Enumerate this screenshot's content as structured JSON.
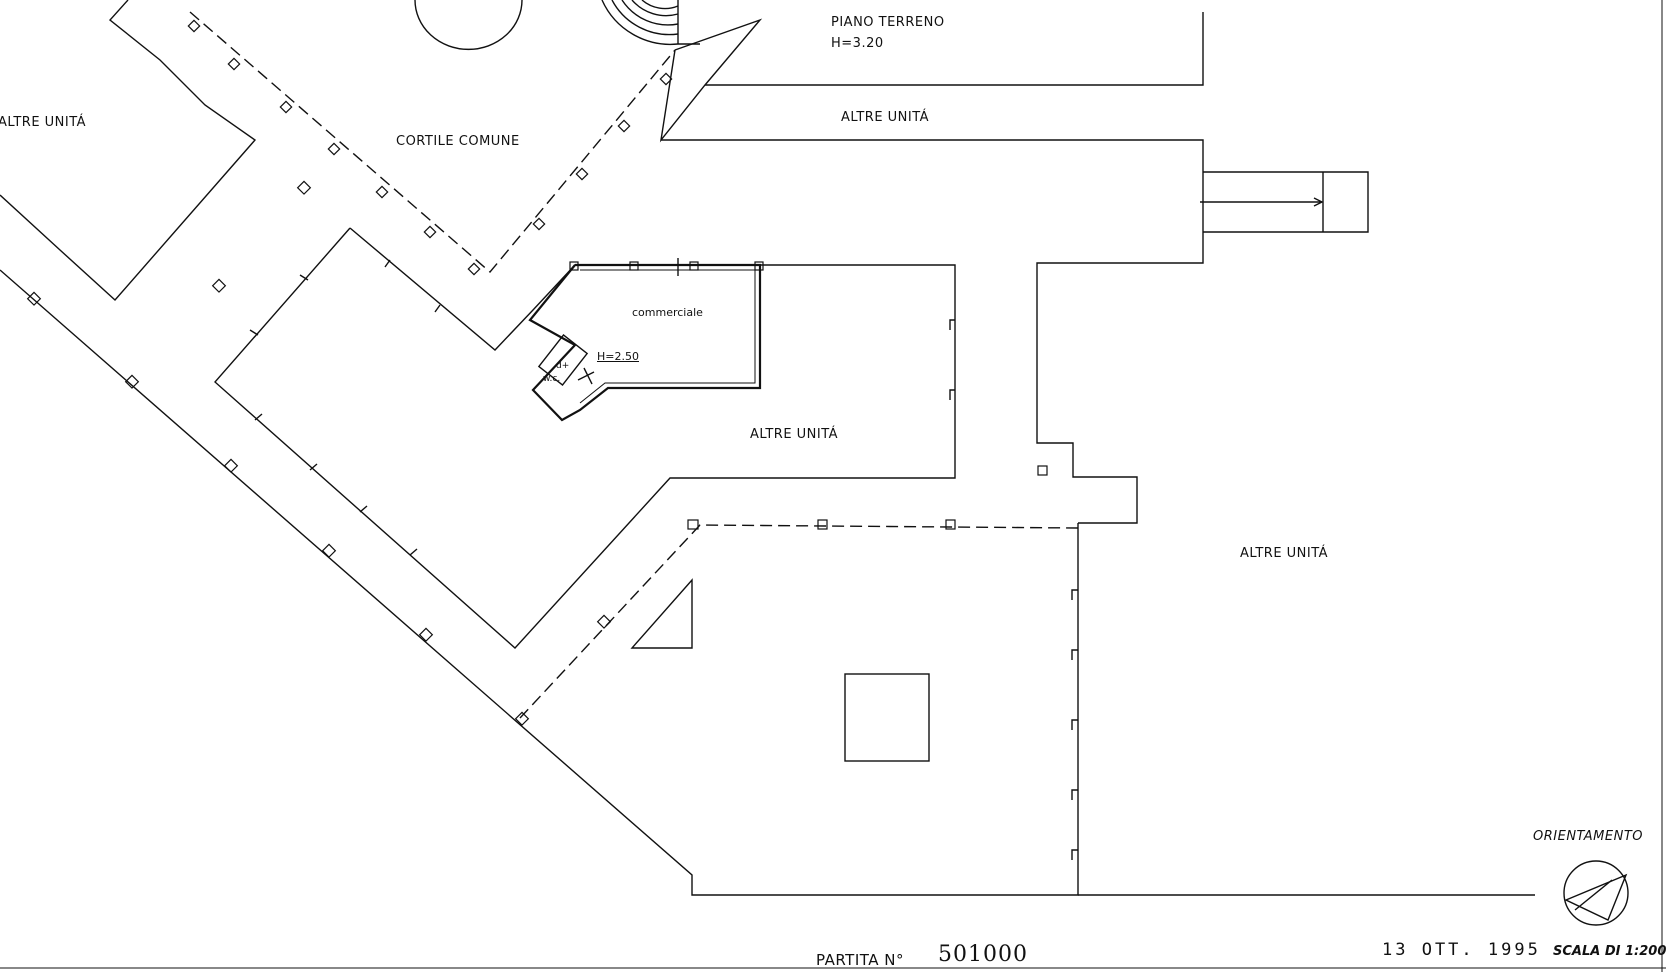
{
  "drawing": {
    "labels": {
      "piano_terreno": "PIANO TERRENO",
      "height_ground": "H=3.20",
      "altre_unita_left": "ALTRE UNITÁ",
      "altre_unita_top": "ALTRE UNITÁ",
      "altre_unita_center": "ALTRE UNITÁ",
      "altre_unita_right": "ALTRE UNITÁ",
      "cortile_comune": "CORTILE COMUNE",
      "commerciale": "commerciale",
      "height_unit": "H=2.50",
      "disimpegno": "d+",
      "wc": "w.c.",
      "orientamento": "ORIENTAMENTO",
      "scala": "SCALA DI 1:200",
      "partita_label": "PARTITA N°",
      "partita_number": "501000",
      "date_stamp": "13 OTT. 1995"
    },
    "colors": {
      "ink": "#111111",
      "paper": "#ffffff"
    }
  }
}
